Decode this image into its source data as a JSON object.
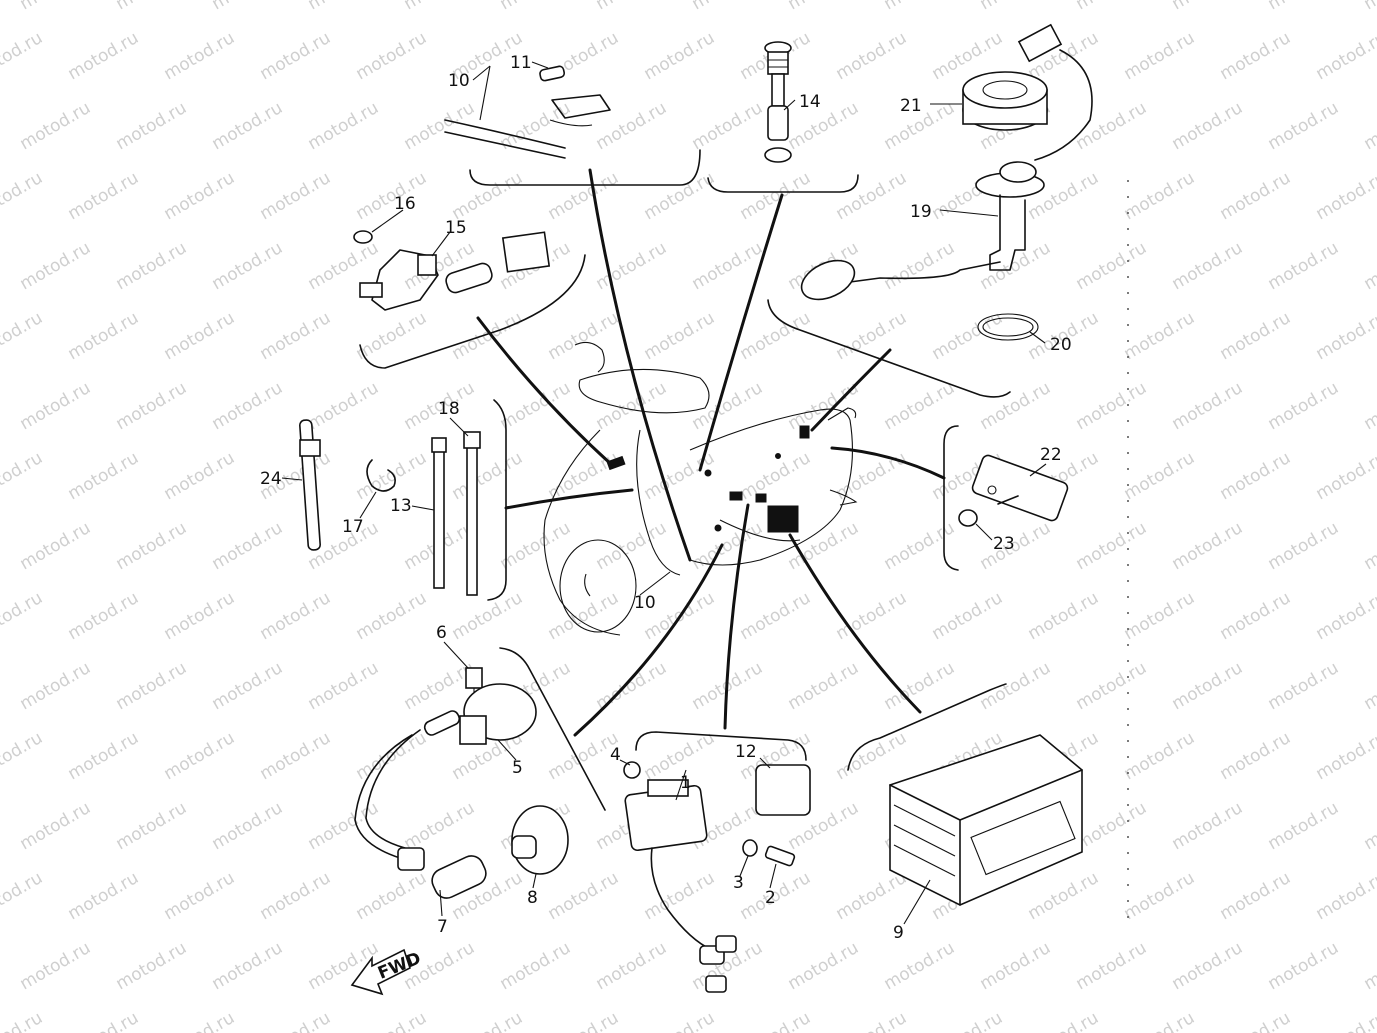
{
  "watermark": "motod.ru",
  "fwd_label": "FWD",
  "callouts": [
    "1",
    "2",
    "3",
    "4",
    "5",
    "6",
    "7",
    "8",
    "9",
    "10",
    "10",
    "11",
    "12",
    "13",
    "14",
    "15",
    "16",
    "17",
    "18",
    "19",
    "20",
    "21",
    "22",
    "23",
    "24"
  ]
}
